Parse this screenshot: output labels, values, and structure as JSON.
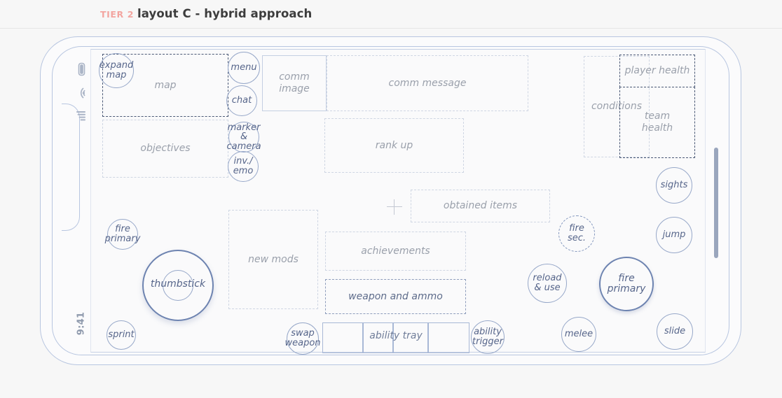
{
  "header": {
    "tier": "TIER 2",
    "title": "layout C - hybrid approach"
  },
  "device": {
    "status_time": "9:41",
    "status_icons": [
      "battery-icon",
      "wifi-icon",
      "signal-icon"
    ],
    "home_indicator": "home-indicator"
  },
  "colors": {
    "accent_tier": "#f3a5a0",
    "title": "#3d3d3d",
    "frame": "#b8c6e0",
    "box_text": "#9aa0ab",
    "control_stroke": "#8296bd",
    "control_text": "#56658a",
    "emphasis_dash": "#4a5875",
    "background": "#f7f7f7",
    "screen": "#fafafb"
  },
  "hud_regions": [
    {
      "name": "map",
      "label": "map",
      "style": "dash-dark"
    },
    {
      "name": "objectives",
      "label": "objectives",
      "style": "dash-light"
    },
    {
      "name": "comm-image",
      "label": "comm image",
      "style": "solid-light"
    },
    {
      "name": "comm-message",
      "label": "comm message",
      "style": "dash-light"
    },
    {
      "name": "rank-up",
      "label": "rank up",
      "style": "dash-light"
    },
    {
      "name": "conditions",
      "label": "conditions",
      "style": "dash-light"
    },
    {
      "name": "player-health",
      "label": "player health",
      "style": "dash-dark"
    },
    {
      "name": "team-health",
      "label": "team health",
      "style": "dash-dark"
    },
    {
      "name": "obtained-items",
      "label": "obtained items",
      "style": "dash-light"
    },
    {
      "name": "new-mods",
      "label": "new mods",
      "style": "dash-light"
    },
    {
      "name": "achievements",
      "label": "achievements",
      "style": "dash-light"
    },
    {
      "name": "weapon-and-ammo",
      "label": "weapon and ammo",
      "style": "dash-mid"
    }
  ],
  "controls": [
    {
      "name": "expand-map",
      "label": "expand\nmap",
      "style": "plain"
    },
    {
      "name": "menu",
      "label": "menu",
      "style": "plain"
    },
    {
      "name": "chat",
      "label": "chat",
      "style": "plain"
    },
    {
      "name": "marker-camera",
      "label": "marker\n& camera",
      "style": "plain"
    },
    {
      "name": "inventory-emote",
      "label": "inv./\nemo",
      "style": "plain"
    },
    {
      "name": "fire-primary-left",
      "label": "fire\nprimary",
      "style": "plain"
    },
    {
      "name": "sprint",
      "label": "sprint",
      "style": "plain"
    },
    {
      "name": "thumbstick",
      "label": "thumbstick",
      "style": "strong"
    },
    {
      "name": "swap-weapon",
      "label": "swap\nweapon",
      "style": "plain"
    },
    {
      "name": "ability-trigger",
      "label": "ability\ntrigger",
      "style": "plain"
    },
    {
      "name": "fire-secondary",
      "label": "fire\nsec.",
      "style": "dashed"
    },
    {
      "name": "reload-and-use",
      "label": "reload\n& use",
      "style": "plain"
    },
    {
      "name": "fire-primary",
      "label": "fire\nprimary",
      "style": "strong"
    },
    {
      "name": "melee",
      "label": "melee",
      "style": "plain"
    },
    {
      "name": "sights",
      "label": "sights",
      "style": "plain"
    },
    {
      "name": "jump",
      "label": "jump",
      "style": "plain"
    },
    {
      "name": "slide",
      "label": "slide",
      "style": "plain"
    }
  ],
  "ability_tray": {
    "label": "ability tray",
    "slot_count": 4
  },
  "labels": {
    "map": "map",
    "objectives": "objectives",
    "comm_image": "comm\nimage",
    "comm_message": "comm message",
    "rank_up": "rank up",
    "conditions": "conditions",
    "player_health": "player health",
    "team_health": "team\nhealth",
    "obtained_items": "obtained items",
    "new_mods": "new mods",
    "achievements": "achievements",
    "weapon_and_ammo": "weapon and ammo",
    "expand_map": "expand\nmap",
    "menu": "menu",
    "chat": "chat",
    "marker_camera": "marker\n& camera",
    "inv_emo": "inv./\nemo",
    "fire_primary_left": "fire\nprimary",
    "sprint": "sprint",
    "thumbstick": "thumbstick",
    "swap_weapon": "swap\nweapon",
    "ability_trigger": "ability\ntrigger",
    "ability_tray": "ability tray",
    "fire_sec": "fire\nsec.",
    "reload_use": "reload\n& use",
    "fire_primary": "fire\nprimary",
    "melee": "melee",
    "sights": "sights",
    "jump": "jump",
    "slide": "slide"
  }
}
